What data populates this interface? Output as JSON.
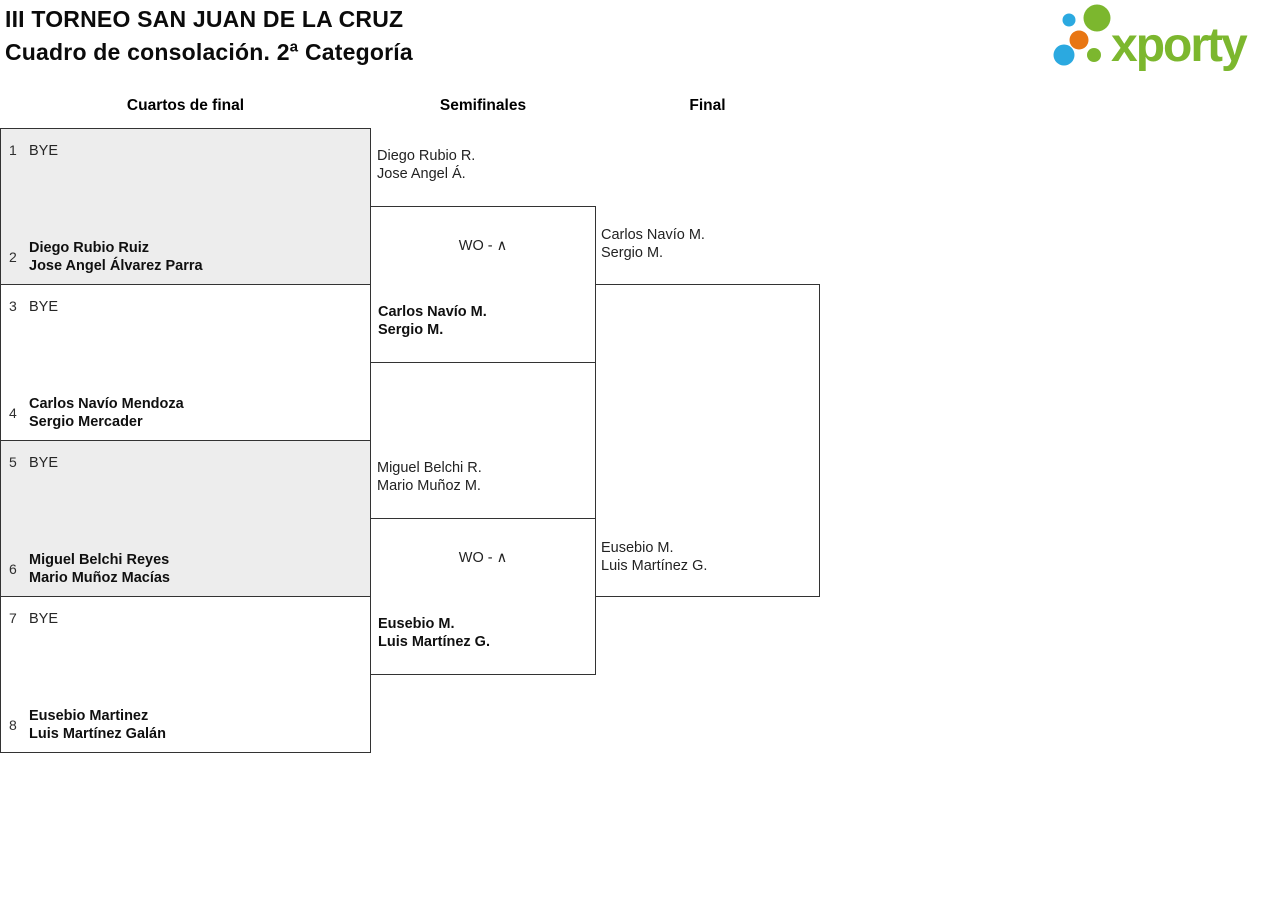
{
  "header": {
    "title": "III TORNEO SAN JUAN DE LA CRUZ",
    "subtitle": "Cuadro de consolación. 2ª Categoría"
  },
  "logo": {
    "brand": "xporty",
    "colors": {
      "green": "#7cb72e",
      "blue": "#2ba9e0",
      "orange": "#e87613"
    }
  },
  "rounds": [
    {
      "label": "Cuartos de final"
    },
    {
      "label": "Semifinales"
    },
    {
      "label": "Final"
    }
  ],
  "quarterfinals": [
    {
      "top": {
        "seed": "1",
        "players": [
          "BYE"
        ]
      },
      "bottom": {
        "seed": "2",
        "players": [
          "Diego Rubio Ruiz",
          "Jose Angel Álvarez Parra"
        ]
      }
    },
    {
      "top": {
        "seed": "3",
        "players": [
          "BYE"
        ]
      },
      "bottom": {
        "seed": "4",
        "players": [
          "Carlos Navío Mendoza",
          "Sergio Mercader"
        ]
      }
    },
    {
      "top": {
        "seed": "5",
        "players": [
          "BYE"
        ]
      },
      "bottom": {
        "seed": "6",
        "players": [
          "Miguel Belchi Reyes",
          "Mario Muñoz Macías"
        ]
      }
    },
    {
      "top": {
        "seed": "7",
        "players": [
          "BYE"
        ]
      },
      "bottom": {
        "seed": "8",
        "players": [
          "Eusebio Martinez",
          "Luis Martínez Galán"
        ]
      }
    }
  ],
  "semifinals": [
    {
      "top": {
        "players": [
          "Diego Rubio R.",
          "Jose Angel Á."
        ]
      },
      "result": "WO - ∧",
      "bottom": {
        "players": [
          "Carlos Navío M.",
          "Sergio M."
        ]
      }
    },
    {
      "top": {
        "players": [
          "Miguel Belchi R.",
          "Mario Muñoz M."
        ]
      },
      "result": "WO - ∧",
      "bottom": {
        "players": [
          "Eusebio M.",
          "Luis Martínez G."
        ]
      }
    }
  ],
  "final": {
    "top": {
      "players": [
        "Carlos Navío M.",
        "Sergio M."
      ]
    },
    "bottom": {
      "players": [
        "Eusebio M.",
        "Luis Martínez G."
      ]
    }
  },
  "colors": {
    "box_shade": "#ededed",
    "line": "#333333"
  }
}
